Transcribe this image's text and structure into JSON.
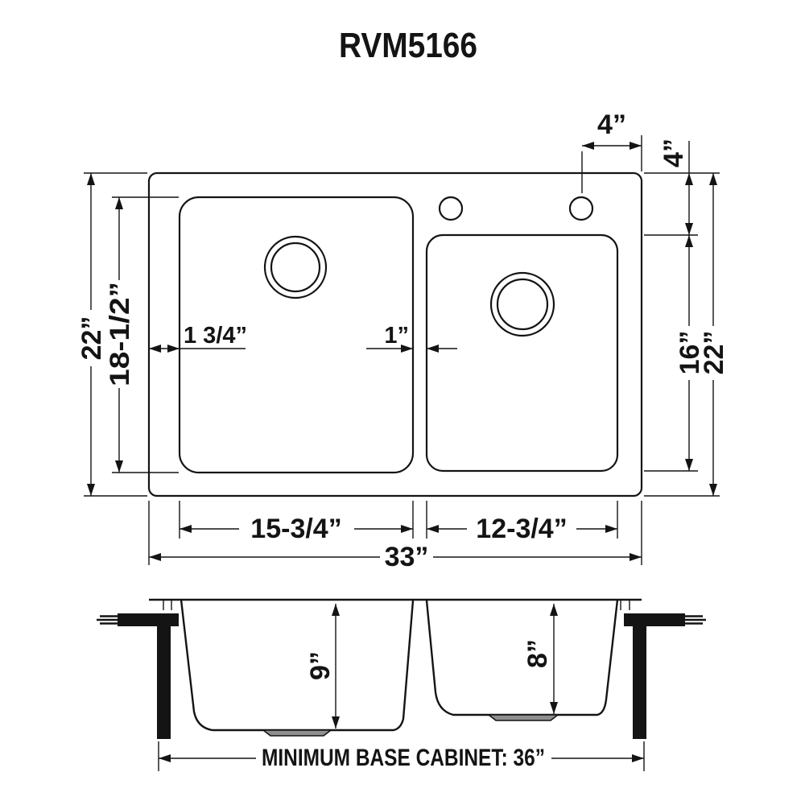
{
  "title": "RVM5166",
  "colors": {
    "line": "#141414",
    "background": "#ffffff",
    "drain_fill": "#8f8f8f"
  },
  "top_view": {
    "faucet_spacing_label": "4”",
    "deck_offset_label": "4”",
    "overall_depth_left_label": "22”",
    "left_bowl_front_to_back_label": "18-1/2”",
    "right_bowl_front_to_back_label": "16”",
    "overall_depth_right_label": "22”",
    "left_rim_label": "1 3/4”",
    "divider_label": "1”",
    "left_bowl_width_label": "15-3/4”",
    "right_bowl_width_label": "12-3/4”",
    "overall_width_label": "33”"
  },
  "side_view": {
    "left_bowl_depth_label": "9”",
    "right_bowl_depth_label": "8”",
    "base_cabinet_label": "MINIMUM BASE CABINET: 36”"
  }
}
